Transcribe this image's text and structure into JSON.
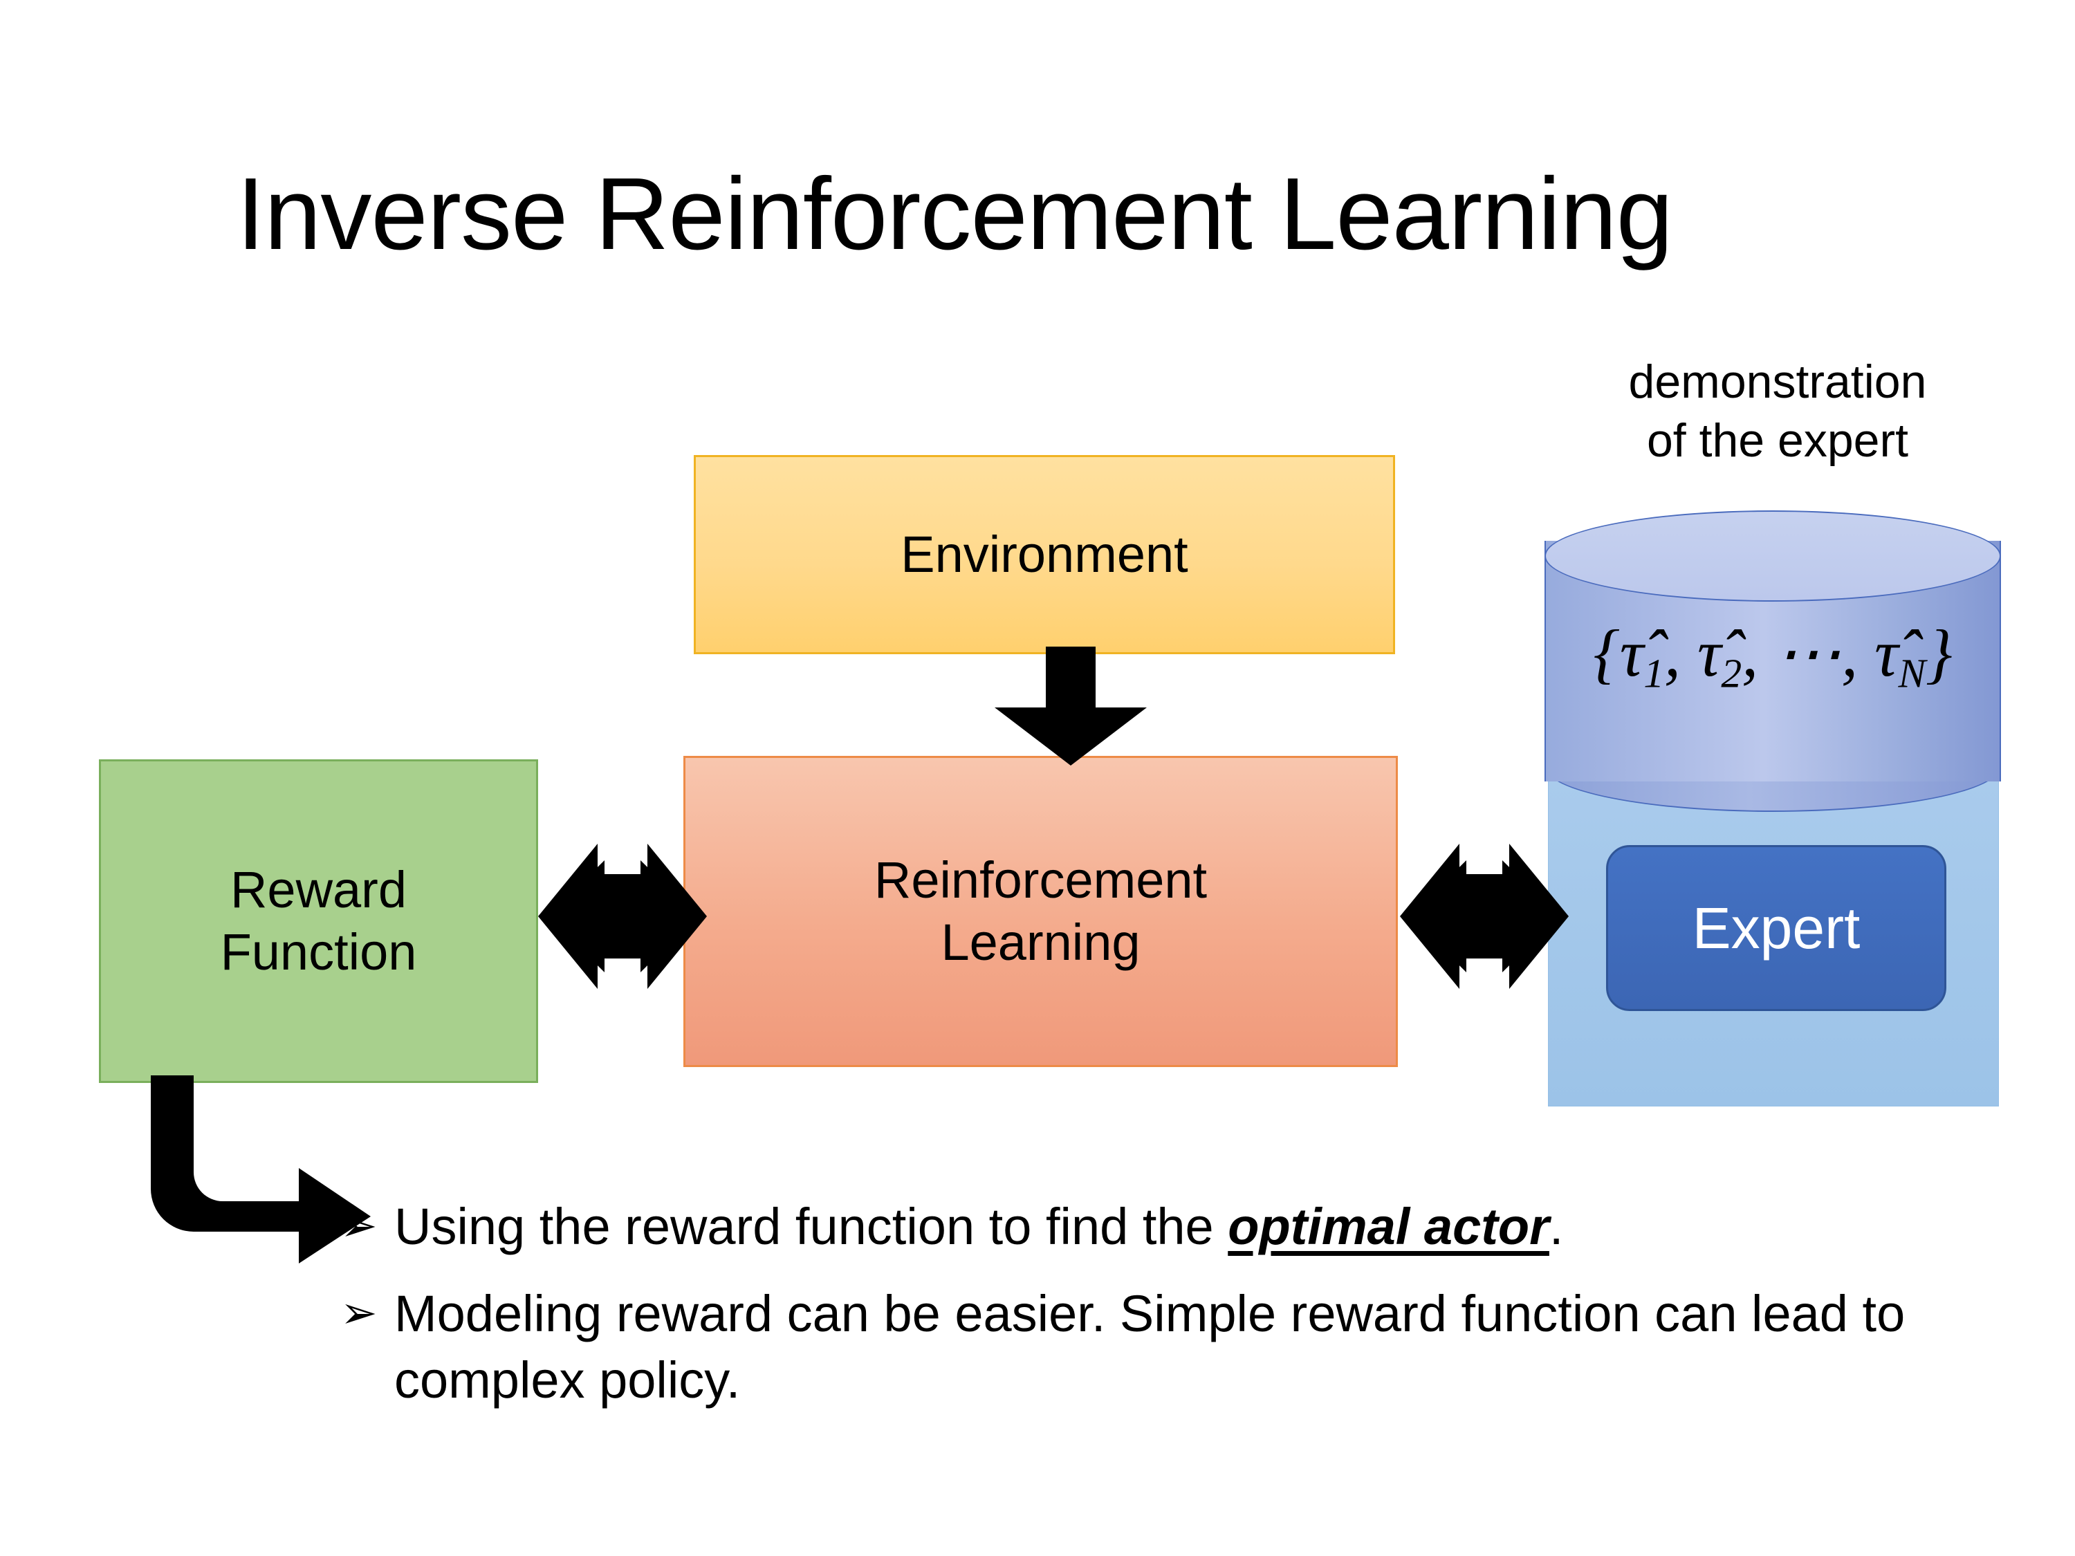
{
  "slide": {
    "title": "Inverse Reinforcement Learning",
    "background_color": "#FFFFFF"
  },
  "diagram": {
    "environment": {
      "label": "Environment",
      "fill_color": "#FFD98C",
      "border_color": "#F0B323"
    },
    "reinforcement_learning": {
      "label_line1": "Reinforcement",
      "label_line2": "Learning",
      "fill_color": "#F4AB8D",
      "border_color": "#ED8B47"
    },
    "reward_function": {
      "label_line1": "Reward",
      "label_line2": "Function",
      "fill_color": "#A8D08D",
      "border_color": "#7AAF5C"
    },
    "expert": {
      "label": "Expert",
      "chip_color": "#4472C4",
      "backing_color": "#9CC3E8",
      "text_color": "#FFFFFF"
    },
    "demonstration_store": {
      "caption_line1": "demonstration",
      "caption_line2": "of the expert",
      "formula_open": "{",
      "formula_tau1": "τ̂",
      "formula_sub1": "1",
      "formula_sep1": ", ",
      "formula_tau2": "τ̂",
      "formula_sub2": "2",
      "formula_sep2": ", ⋯, ",
      "formula_tauN": "τ̂",
      "formula_subN": "N",
      "formula_close": "}",
      "cylinder_color": "#A8B8E4",
      "cylinder_border_color": "#4A6BBD"
    },
    "connectors": [
      {
        "name": "environment-to-rl",
        "type": "down-arrow",
        "color": "#000000"
      },
      {
        "name": "reward-rl-bidirectional",
        "type": "double-arrow",
        "color": "#000000"
      },
      {
        "name": "rl-expert-bidirectional",
        "type": "double-arrow",
        "color": "#000000"
      },
      {
        "name": "reward-to-bullets-elbow",
        "type": "elbow-arrow",
        "color": "#000000"
      }
    ]
  },
  "bullets": {
    "marker": "➢",
    "items": [
      {
        "prefix": "Using the reward function to find the ",
        "emphasis": "optimal actor",
        "suffix": "."
      },
      {
        "prefix": "Modeling reward can be easier. Simple reward function can lead to complex policy.",
        "emphasis": "",
        "suffix": ""
      }
    ]
  }
}
